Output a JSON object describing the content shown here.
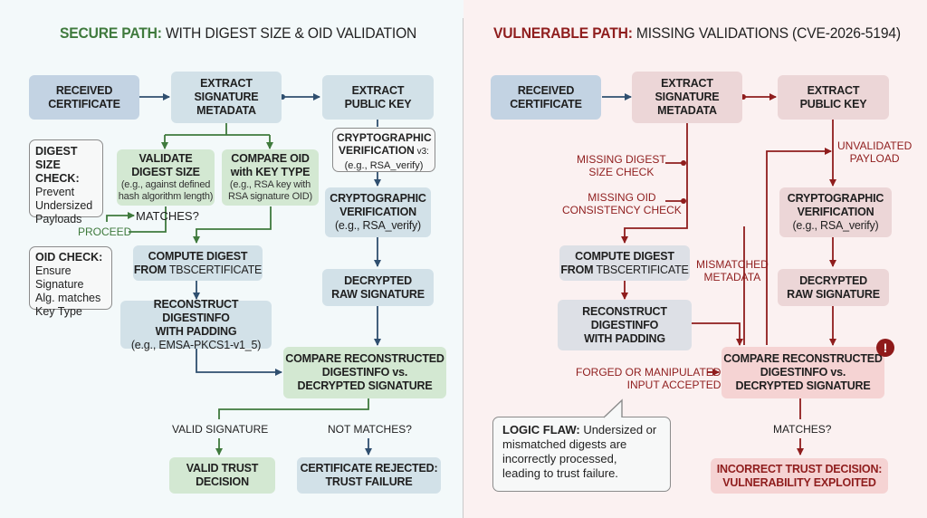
{
  "secure": {
    "title_bold": "SECURE PATH:",
    "title_rest": " WITH DIGEST SIZE & OID VALIDATION",
    "accent_color": "#3f7a3d",
    "received_cert": [
      "RECEIVED",
      "CERTIFICATE"
    ],
    "extract_sig_meta": [
      "EXTRACT",
      "SIGNATURE",
      "METADATA"
    ],
    "extract_pubkey": [
      "EXTRACT",
      "PUBLIC KEY"
    ],
    "validate_digest": {
      "title": [
        "VALIDATE",
        "DIGEST SIZE"
      ],
      "sub": [
        "(e.g., against defined",
        "hash algorithm length)"
      ]
    },
    "compare_oid": {
      "title": [
        "COMPARE OID",
        "with KEY TYPE"
      ],
      "sub": [
        "(e.g., RSA key with",
        "RSA signature OID)"
      ]
    },
    "crypto_callout": {
      "title": [
        "CRYPTOGRAPHIC",
        "VERIFICATION"
      ],
      "suffix": " v3:",
      "sub": "(e.g., RSA_verify)"
    },
    "crypto_verify": {
      "title": [
        "CRYPTOGRAPHIC",
        "VERIFICATION"
      ],
      "sub": "(e.g., RSA_verify)"
    },
    "digest_size_callout": {
      "title": [
        "DIGEST SIZE",
        "CHECK:"
      ],
      "body": [
        "Prevent",
        "Undersized",
        "Payloads"
      ]
    },
    "matches_label": "MATCHES?",
    "proceed_label": "PROCEED",
    "oid_callout": {
      "title": "OID CHECK:",
      "body": [
        "Ensure Signature",
        "Alg. matches",
        "Key Type"
      ]
    },
    "compute_digest": {
      "bold": "COMPUTE DIGEST",
      "bold2": "FROM",
      "norm": " TBSCERTIFICATE"
    },
    "reconstruct": {
      "title": [
        "RECONSTRUCT DIGESTINFO",
        "WITH PADDING"
      ],
      "sub": "(e.g., EMSA-PKCS1-v1_5)"
    },
    "decrypted": [
      "DECRYPTED",
      "RAW SIGNATURE"
    ],
    "compare_final": [
      "COMPARE RECONSTRUCTED",
      "DIGESTINFO vs.",
      "DECRYPTED SIGNATURE"
    ],
    "valid_sig_label": "VALID SIGNATURE",
    "not_matches_label": "NOT MATCHES?",
    "valid_trust": [
      "VALID TRUST",
      "DECISION"
    ],
    "rejected": [
      "CERTIFICATE REJECTED:",
      "TRUST FAILURE"
    ]
  },
  "vulnerable": {
    "title_bold": "VULNERABLE PATH:",
    "title_rest": " MISSING VALIDATIONS (CVE-2026-5194)",
    "accent_color": "#8f1d1d",
    "received_cert": [
      "RECEIVED",
      "CERTIFICATE"
    ],
    "extract_sig_meta": [
      "EXTRACT",
      "SIGNATURE",
      "METADATA"
    ],
    "extract_pubkey": [
      "EXTRACT",
      "PUBLIC KEY"
    ],
    "missing_digest": [
      "MISSING DIGEST",
      "SIZE CHECK"
    ],
    "missing_oid": [
      "MISSING OID",
      "CONSISTENCY CHECK"
    ],
    "unvalidated": [
      "UNVALIDATED",
      "PAYLOAD"
    ],
    "crypto_verify": {
      "title": [
        "CRYPTOGRAPHIC",
        "VERIFICATION"
      ],
      "sub": "(e.g., RSA_verify)"
    },
    "compute_digest": {
      "bold": "COMPUTE DIGEST",
      "bold2": "FROM",
      "norm": " TBSCERTIFICATE"
    },
    "mismatched": [
      "MISMATCHED",
      "METADATA"
    ],
    "decrypted": [
      "DECRYPTED",
      "RAW SIGNATURE"
    ],
    "reconstruct": [
      "RECONSTRUCT",
      "DIGESTINFO",
      "WITH PADDING"
    ],
    "compare_final": [
      "COMPARE RECONSTRUCTED",
      "DIGESTINFO vs.",
      "DECRYPTED SIGNATURE"
    ],
    "alert_glyph": "!",
    "forged": [
      "FORGED OR MANIPULATED",
      "INPUT ACCEPTED"
    ],
    "logic_flaw": {
      "title": "LOGIC FLAW:",
      "body": [
        " Undersized or",
        "mismatched digests are",
        "incorrectly processed,",
        "leading to trust failure."
      ]
    },
    "matches_label": "MATCHES?",
    "incorrect": [
      "INCORRECT TRUST DECISION:",
      "VULNERABILITY EXPLOITED"
    ]
  }
}
